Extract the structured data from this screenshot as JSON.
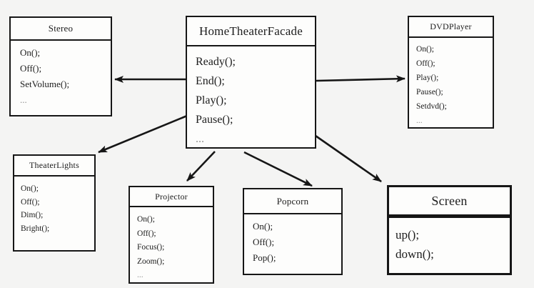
{
  "diagram": {
    "colors": {
      "background": "#f4f4f3",
      "box_fill": "#fdfdfc",
      "line": "#161616"
    },
    "classes": {
      "facade": {
        "name": "HomeTheaterFacade",
        "methods": [
          "Ready();",
          "End();",
          "Play();",
          "Pause();",
          "..."
        ]
      },
      "stereo": {
        "name": "Stereo",
        "methods": [
          "On();",
          "Off();",
          "SetVolume();",
          "..."
        ]
      },
      "dvdplayer": {
        "name": "DVDPlayer",
        "methods": [
          "On();",
          "Off();",
          "Play();",
          "Pause();",
          "Setdvd();",
          "..."
        ]
      },
      "theaterlights": {
        "name": "TheaterLights",
        "methods": [
          "On();",
          "Off();",
          "Dim();",
          "Bright();"
        ]
      },
      "projector": {
        "name": "Projector",
        "methods": [
          "On();",
          "Off();",
          "Focus();",
          "Zoom();",
          "..."
        ]
      },
      "popcorn": {
        "name": "Popcorn",
        "methods": [
          "On();",
          "Off();",
          "Pop();"
        ]
      },
      "screen": {
        "name": "Screen",
        "methods": [
          "up();",
          "down();"
        ]
      }
    },
    "relations": [
      {
        "from": "HomeTheaterFacade",
        "to": "Stereo"
      },
      {
        "from": "HomeTheaterFacade",
        "to": "DVDPlayer"
      },
      {
        "from": "HomeTheaterFacade",
        "to": "TheaterLights"
      },
      {
        "from": "HomeTheaterFacade",
        "to": "Projector"
      },
      {
        "from": "HomeTheaterFacade",
        "to": "Popcorn"
      },
      {
        "from": "HomeTheaterFacade",
        "to": "Screen"
      }
    ]
  }
}
